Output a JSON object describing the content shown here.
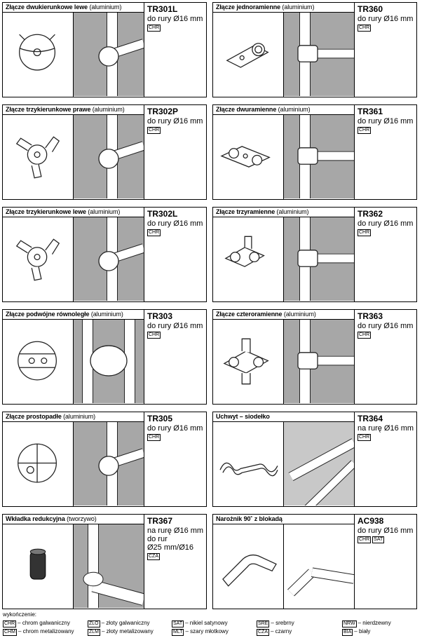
{
  "items": [
    {
      "title_bold": "Złącze dwukierunkowe lewe",
      "title_note": " (aluminium)",
      "code": "TR301L",
      "desc": [
        "do rury Ø16 mm"
      ],
      "finishes": [
        "CHR"
      ],
      "shape": "ball"
    },
    {
      "title_bold": "Złącze jednoramienne",
      "title_note": " (aluminium)",
      "code": "TR360",
      "desc": [
        "do rury Ø16 mm"
      ],
      "finishes": [
        "CHR"
      ],
      "shape": "clamp1"
    },
    {
      "title_bold": "Złącze trzykierunkowe prawe",
      "title_note": " (aluminium)",
      "code": "TR302P",
      "desc": [
        "do rury Ø16 mm"
      ],
      "finishes": [
        "CHR"
      ],
      "shape": "star"
    },
    {
      "title_bold": "Złącze dwuramienne",
      "title_note": " (aluminium)",
      "code": "TR361",
      "desc": [
        "do rury Ø16 mm"
      ],
      "finishes": [
        "CHR"
      ],
      "shape": "clamp2"
    },
    {
      "title_bold": "Złącze trzykierunkowe lewe",
      "title_note": " (aluminium)",
      "code": "TR302L",
      "desc": [
        "do rury Ø16 mm"
      ],
      "finishes": [
        "CHR"
      ],
      "shape": "star"
    },
    {
      "title_bold": "Złącze trzyramienne",
      "title_note": " (aluminium)",
      "code": "TR362",
      "desc": [
        "do rury Ø16 mm"
      ],
      "finishes": [
        "CHR"
      ],
      "shape": "clamp3"
    },
    {
      "title_bold": "Złącze podwójne równoległe",
      "title_note": " (aluminium)",
      "code": "TR303",
      "desc": [
        "do rury Ø16 mm"
      ],
      "finishes": [
        "CHR"
      ],
      "shape": "ball2"
    },
    {
      "title_bold": "Złącze czteroramienne",
      "title_note": " (aluminium)",
      "code": "TR363",
      "desc": [
        "do rury Ø16 mm"
      ],
      "finishes": [
        "CHR"
      ],
      "shape": "clamp4"
    },
    {
      "title_bold": "Złącze prostopadłe",
      "title_note": " (aluminium)",
      "code": "TR305",
      "desc": [
        "do rury Ø16 mm"
      ],
      "finishes": [
        "CHR"
      ],
      "shape": "ball3"
    },
    {
      "title_bold": "Uchwyt – siodełko",
      "title_note": "",
      "code": "TR364",
      "desc": [
        "na rurę Ø16 mm"
      ],
      "finishes": [
        "CHR"
      ],
      "shape": "saddle"
    },
    {
      "title_bold": "Wkładka redukcyjna",
      "title_note": " (tworzywo)",
      "code": "TR367",
      "desc": [
        "na rurę Ø16 mm",
        "do rur",
        "Ø25 mm/Ø16 mm"
      ],
      "finishes": [
        "CZA"
      ],
      "shape": "insert"
    },
    {
      "title_bold": "Narożnik 90˚ z blokadą",
      "title_note": "",
      "code": "AC938",
      "desc": [
        "do rury Ø16 mm"
      ],
      "finishes": [
        "CHR",
        "SAT"
      ],
      "shape": "corner"
    }
  ],
  "legend": {
    "title": "wykończenie:",
    "entries": [
      {
        "code": "CHR",
        "label": "– chrom galwaniczny"
      },
      {
        "code": "CHM",
        "label": "– chrom metalizowany"
      },
      {
        "code": "ZLO",
        "label": "– złoty galwaniczny"
      },
      {
        "code": "ZLM",
        "label": "– złoty metalizowany"
      },
      {
        "code": "SAT",
        "label": "– nikiel satynowy"
      },
      {
        "code": "MLT",
        "label": "– szary młotkowy"
      },
      {
        "code": "SRE",
        "label": "– srebrny"
      },
      {
        "code": "CZA",
        "label": "– czarny"
      },
      {
        "code": "NRW",
        "label": "– nierdzewny"
      },
      {
        "code": "BIA",
        "label": "– biały"
      }
    ]
  }
}
